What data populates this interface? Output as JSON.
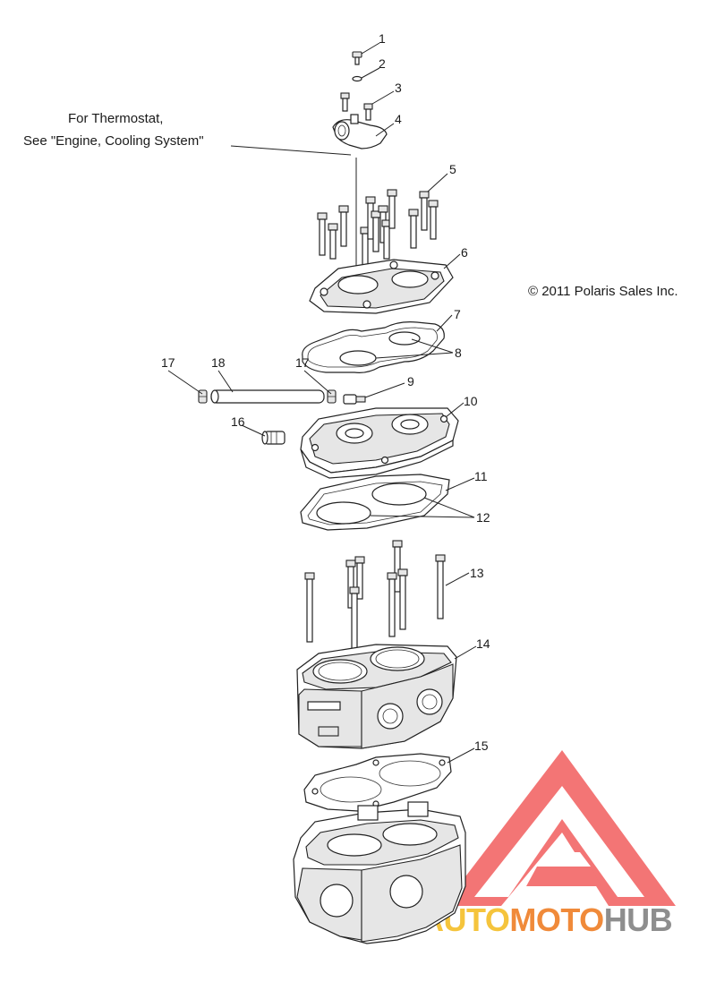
{
  "note": {
    "line1": "For Thermostat,",
    "line2": "See \"Engine, Cooling System\""
  },
  "copyright": "© 2011 Polaris Sales Inc.",
  "callouts": [
    "1",
    "2",
    "3",
    "4",
    "5",
    "6",
    "7",
    "8",
    "9",
    "10",
    "11",
    "12",
    "13",
    "14",
    "15",
    "16",
    "17",
    "17",
    "18"
  ],
  "watermark": {
    "part1": "AUTO",
    "part2": "MOTO",
    "part3": "HUB",
    "color1": "#f5c43c",
    "color2": "#f08a3a",
    "color3": "#8e8e8e",
    "logo_color": "#f26a6a"
  }
}
